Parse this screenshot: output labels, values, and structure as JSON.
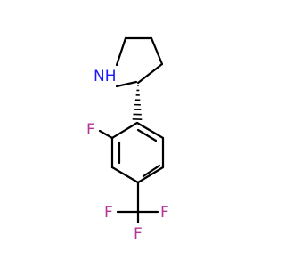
{
  "molecule": {
    "colors": {
      "bond": "#000000",
      "nitrogen": "#1a1aff",
      "fluorine": "#b3359a"
    },
    "atoms": {
      "n_label": "NH",
      "f_ring_label": "F",
      "f_top_label": "F",
      "f_left_label": "F",
      "f_right_label": "F"
    }
  }
}
